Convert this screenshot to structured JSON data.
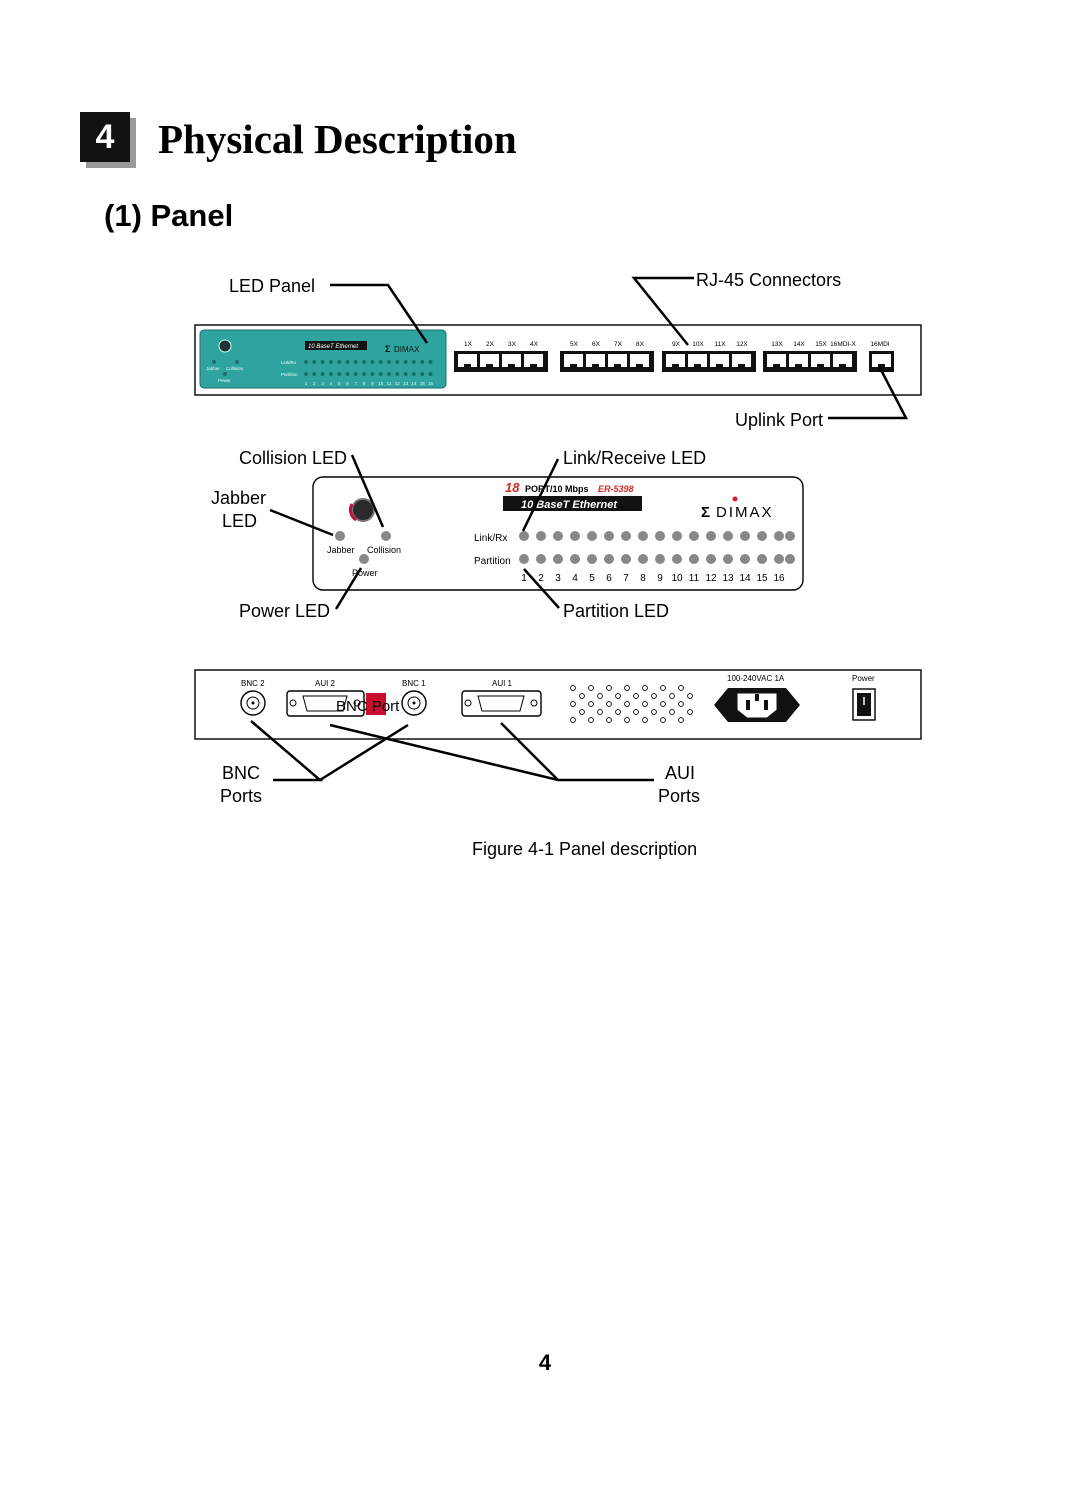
{
  "chapter": {
    "number": "4",
    "title": "Physical Description"
  },
  "section": {
    "title": "(1) Panel"
  },
  "callouts": {
    "led_panel": "LED Panel",
    "rj45": "RJ-45 Connectors",
    "uplink": "Uplink Port",
    "collision": "Collision LED",
    "link_receive": "Link/Receive LED",
    "jabber_1": "Jabber",
    "jabber_2": "LED",
    "power_led": "Power LED",
    "partition_led": "Partition LED",
    "bnc_1": "BNC",
    "bnc_2": "Ports",
    "aui_1": "AUI",
    "aui_2": "Ports",
    "bnc_port": "BNC Port"
  },
  "device": {
    "model_count": "18",
    "model_rate": "PORT/10 Mbps",
    "model_id": "ER-5398",
    "banner": "10 BaseT Ethernet",
    "brand": "DIMAX",
    "brand_mark": "Σ",
    "led_labels": {
      "jabber": "Jabber",
      "collision": "Collision",
      "power": "Power",
      "link": "Link/Rx",
      "partition": "Partition"
    },
    "port_numbers": [
      "1",
      "2",
      "3",
      "4",
      "5",
      "6",
      "7",
      "8",
      "9",
      "10",
      "11",
      "12",
      "13",
      "14",
      "15",
      "16"
    ],
    "rj45_labels": [
      "1X",
      "2X",
      "3X",
      "4X",
      "5X",
      "6X",
      "7X",
      "8X",
      "9X",
      "10X",
      "11X",
      "12X",
      "13X",
      "14X",
      "15X",
      "16MDI-X",
      "16MDI"
    ]
  },
  "rear": {
    "bnc2": "BNC 2",
    "aui2": "AUI 2",
    "bnc1": "BNC 1",
    "aui1": "AUI 1",
    "voltage": "100-240VAC 1A",
    "power": "Power"
  },
  "figure_caption": "Figure 4-1 Panel description",
  "page_number": "4"
}
